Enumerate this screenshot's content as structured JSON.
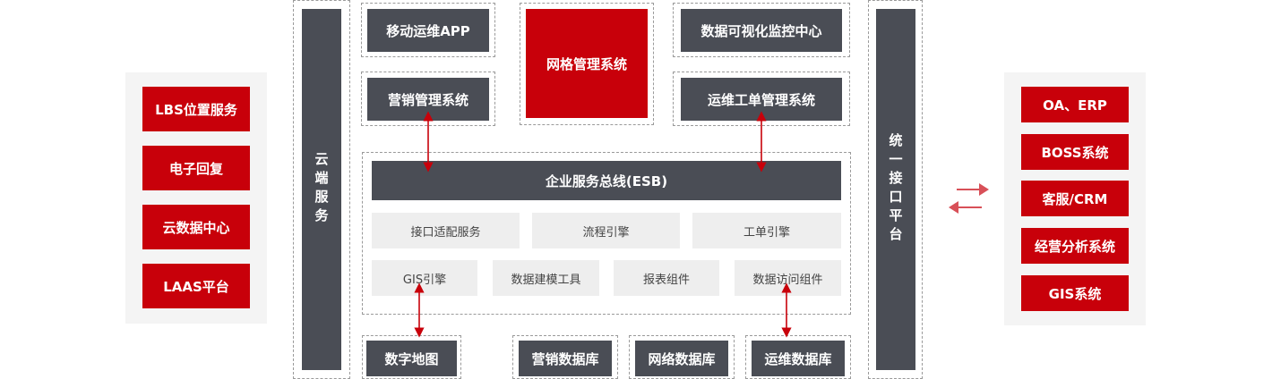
{
  "left_services": [
    "LBS位置服务",
    "电子回复",
    "云数据中心",
    "LAAS平台"
  ],
  "cloud_service": "云端服务",
  "apps": {
    "mobile_app": "移动运维APP",
    "grid_system": "网格管理系统",
    "data_viz": "数据可视化监控中心",
    "marketing_mgmt": "营销管理系统",
    "workorder_mgmt": "运维工单管理系统"
  },
  "esb": {
    "title": "企业服务总线(ESB)",
    "row1": [
      "接口适配服务",
      "流程引擎",
      "工单引擎"
    ],
    "row2": [
      "GIS引擎",
      "数据建模工具",
      "报表组件",
      "数据访问组件"
    ]
  },
  "databases": [
    "数字地图",
    "营销数据库",
    "网络数据库",
    "运维数据库"
  ],
  "interface_platform": "统一接口平台",
  "right_systems": [
    "OA、ERP",
    "BOSS系统",
    "客服/CRM",
    "经营分析系统",
    "GIS系统"
  ],
  "colors": {
    "red": "#c8000a",
    "dark": "#4a4d55",
    "light": "#eeeeee",
    "panel": "#f4f4f4"
  }
}
